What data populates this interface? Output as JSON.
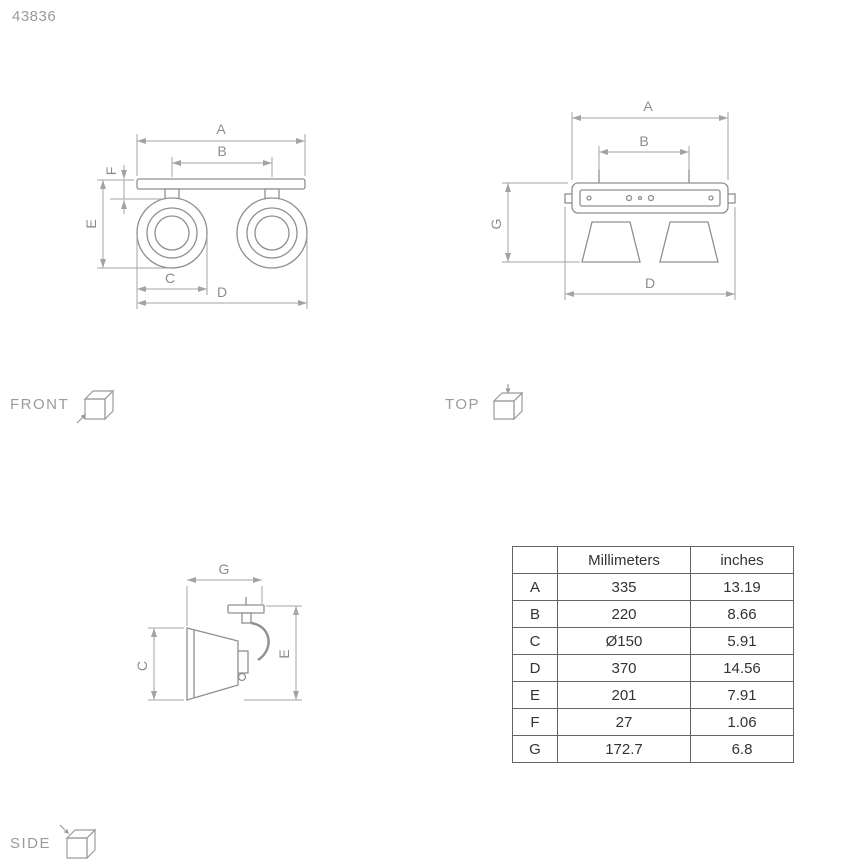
{
  "product_code": "43836",
  "views": {
    "front": {
      "label": "FRONT",
      "dims": {
        "A": "A",
        "B": "B",
        "C": "C",
        "D": "D",
        "E": "E",
        "F": "F"
      }
    },
    "top": {
      "label": "TOP",
      "dims": {
        "A": "A",
        "B": "B",
        "D": "D",
        "G": "G"
      }
    },
    "side": {
      "label": "SIDE",
      "dims": {
        "C": "C",
        "E": "E",
        "G": "G"
      }
    }
  },
  "table": {
    "col_headers": {
      "mm": "Millimeters",
      "in": "inches"
    },
    "rows": [
      {
        "key": "A",
        "mm": "335",
        "in": "13.19"
      },
      {
        "key": "B",
        "mm": "220",
        "in": "8.66"
      },
      {
        "key": "C",
        "mm": "Ø150",
        "in": "5.91"
      },
      {
        "key": "D",
        "mm": "370",
        "in": "14.56"
      },
      {
        "key": "E",
        "mm": "201",
        "in": "7.91"
      },
      {
        "key": "F",
        "mm": "27",
        "in": "1.06"
      },
      {
        "key": "G",
        "mm": "172.7",
        "in": "6.8"
      }
    ]
  },
  "colors": {
    "line": "#8f8f8f",
    "dim": "#a3a3a3",
    "table_text": "#333333"
  }
}
